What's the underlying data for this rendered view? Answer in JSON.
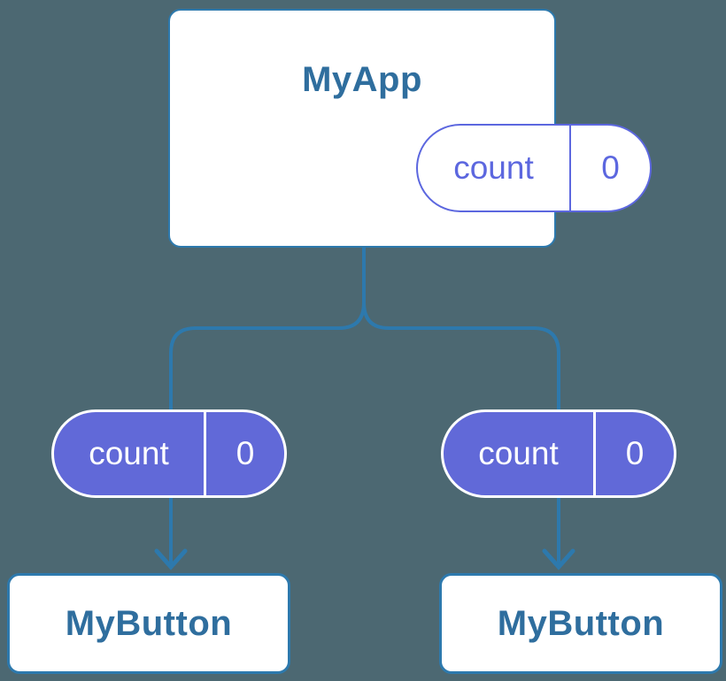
{
  "diagram": {
    "app": {
      "title": "MyApp",
      "state_name": "count",
      "state_value": "0"
    },
    "children": [
      {
        "title": "MyButton",
        "prop_name": "count",
        "prop_value": "0"
      },
      {
        "title": "MyButton",
        "prop_name": "count",
        "prop_value": "0"
      }
    ]
  },
  "colors": {
    "background": "#4C6872",
    "connector": "#2D79AD",
    "card_border": "#2D79AD",
    "card_background": "#FFFFFF",
    "title_text": "#2F6E9E",
    "pill_outline": "#5C67DF",
    "pill_fill": "#6169D8",
    "pill_text_light": "#FFFFFF"
  }
}
